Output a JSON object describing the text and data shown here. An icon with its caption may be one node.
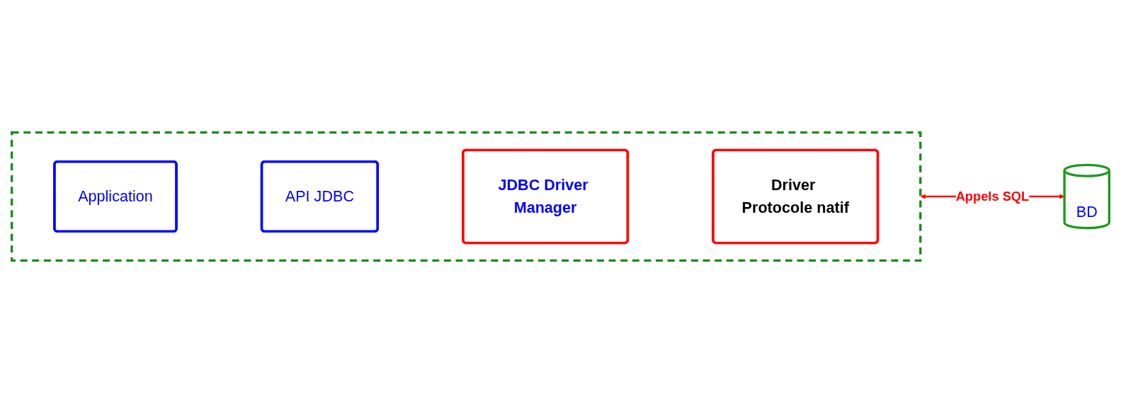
{
  "diagram": {
    "nodes": [
      {
        "text": [],
        "shape": "box"
      },
      {
        "text": [
          "Application"
        ],
        "in": 0
      },
      {
        "text": [
          "API JDBC"
        ],
        "in": 0
      },
      {
        "text": [
          "JDBC Driver Manager"
        ],
        "in": 0
      },
      {
        "text": [
          "Driver Protocole natif"
        ],
        "in": 0
      },
      {
        "text": [
          "BD"
        ]
      }
    ],
    "edges": [
      {
        "from": 0,
        "to": 5,
        "arrow": "both",
        "label": "Appels SQL",
        "color": "#ff0000"
      }
    ]
  }
}
